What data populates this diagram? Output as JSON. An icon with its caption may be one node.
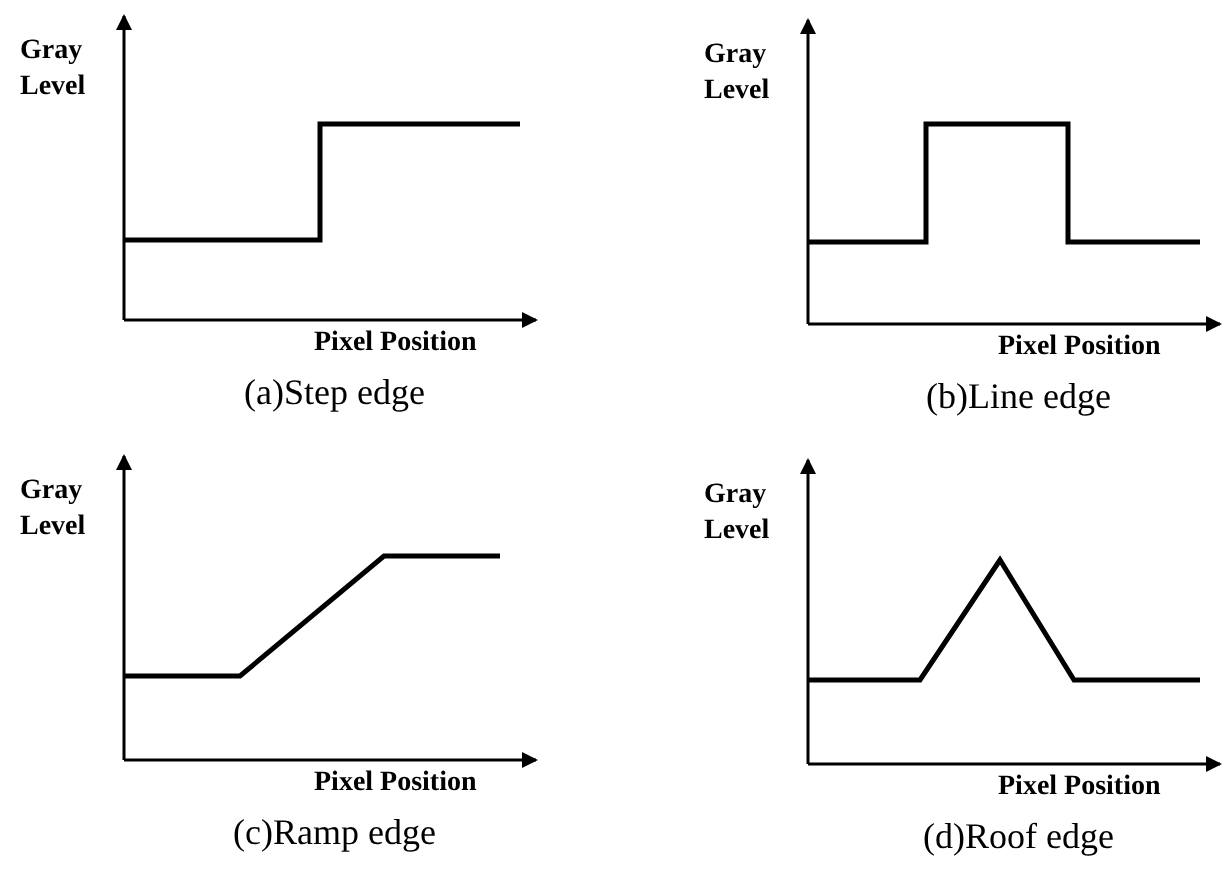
{
  "diagram": {
    "labels": [
      "Gray Level",
      "Pixel Position",
      "(a)Step edge",
      "Gray Level",
      "Pixel Position",
      "(b)Line edge",
      "Gray Level",
      "Pixel Position",
      "(c)Ramp edge",
      "Gray Level",
      "Pixel Position",
      "(d)Roof edge"
    ]
  }
}
